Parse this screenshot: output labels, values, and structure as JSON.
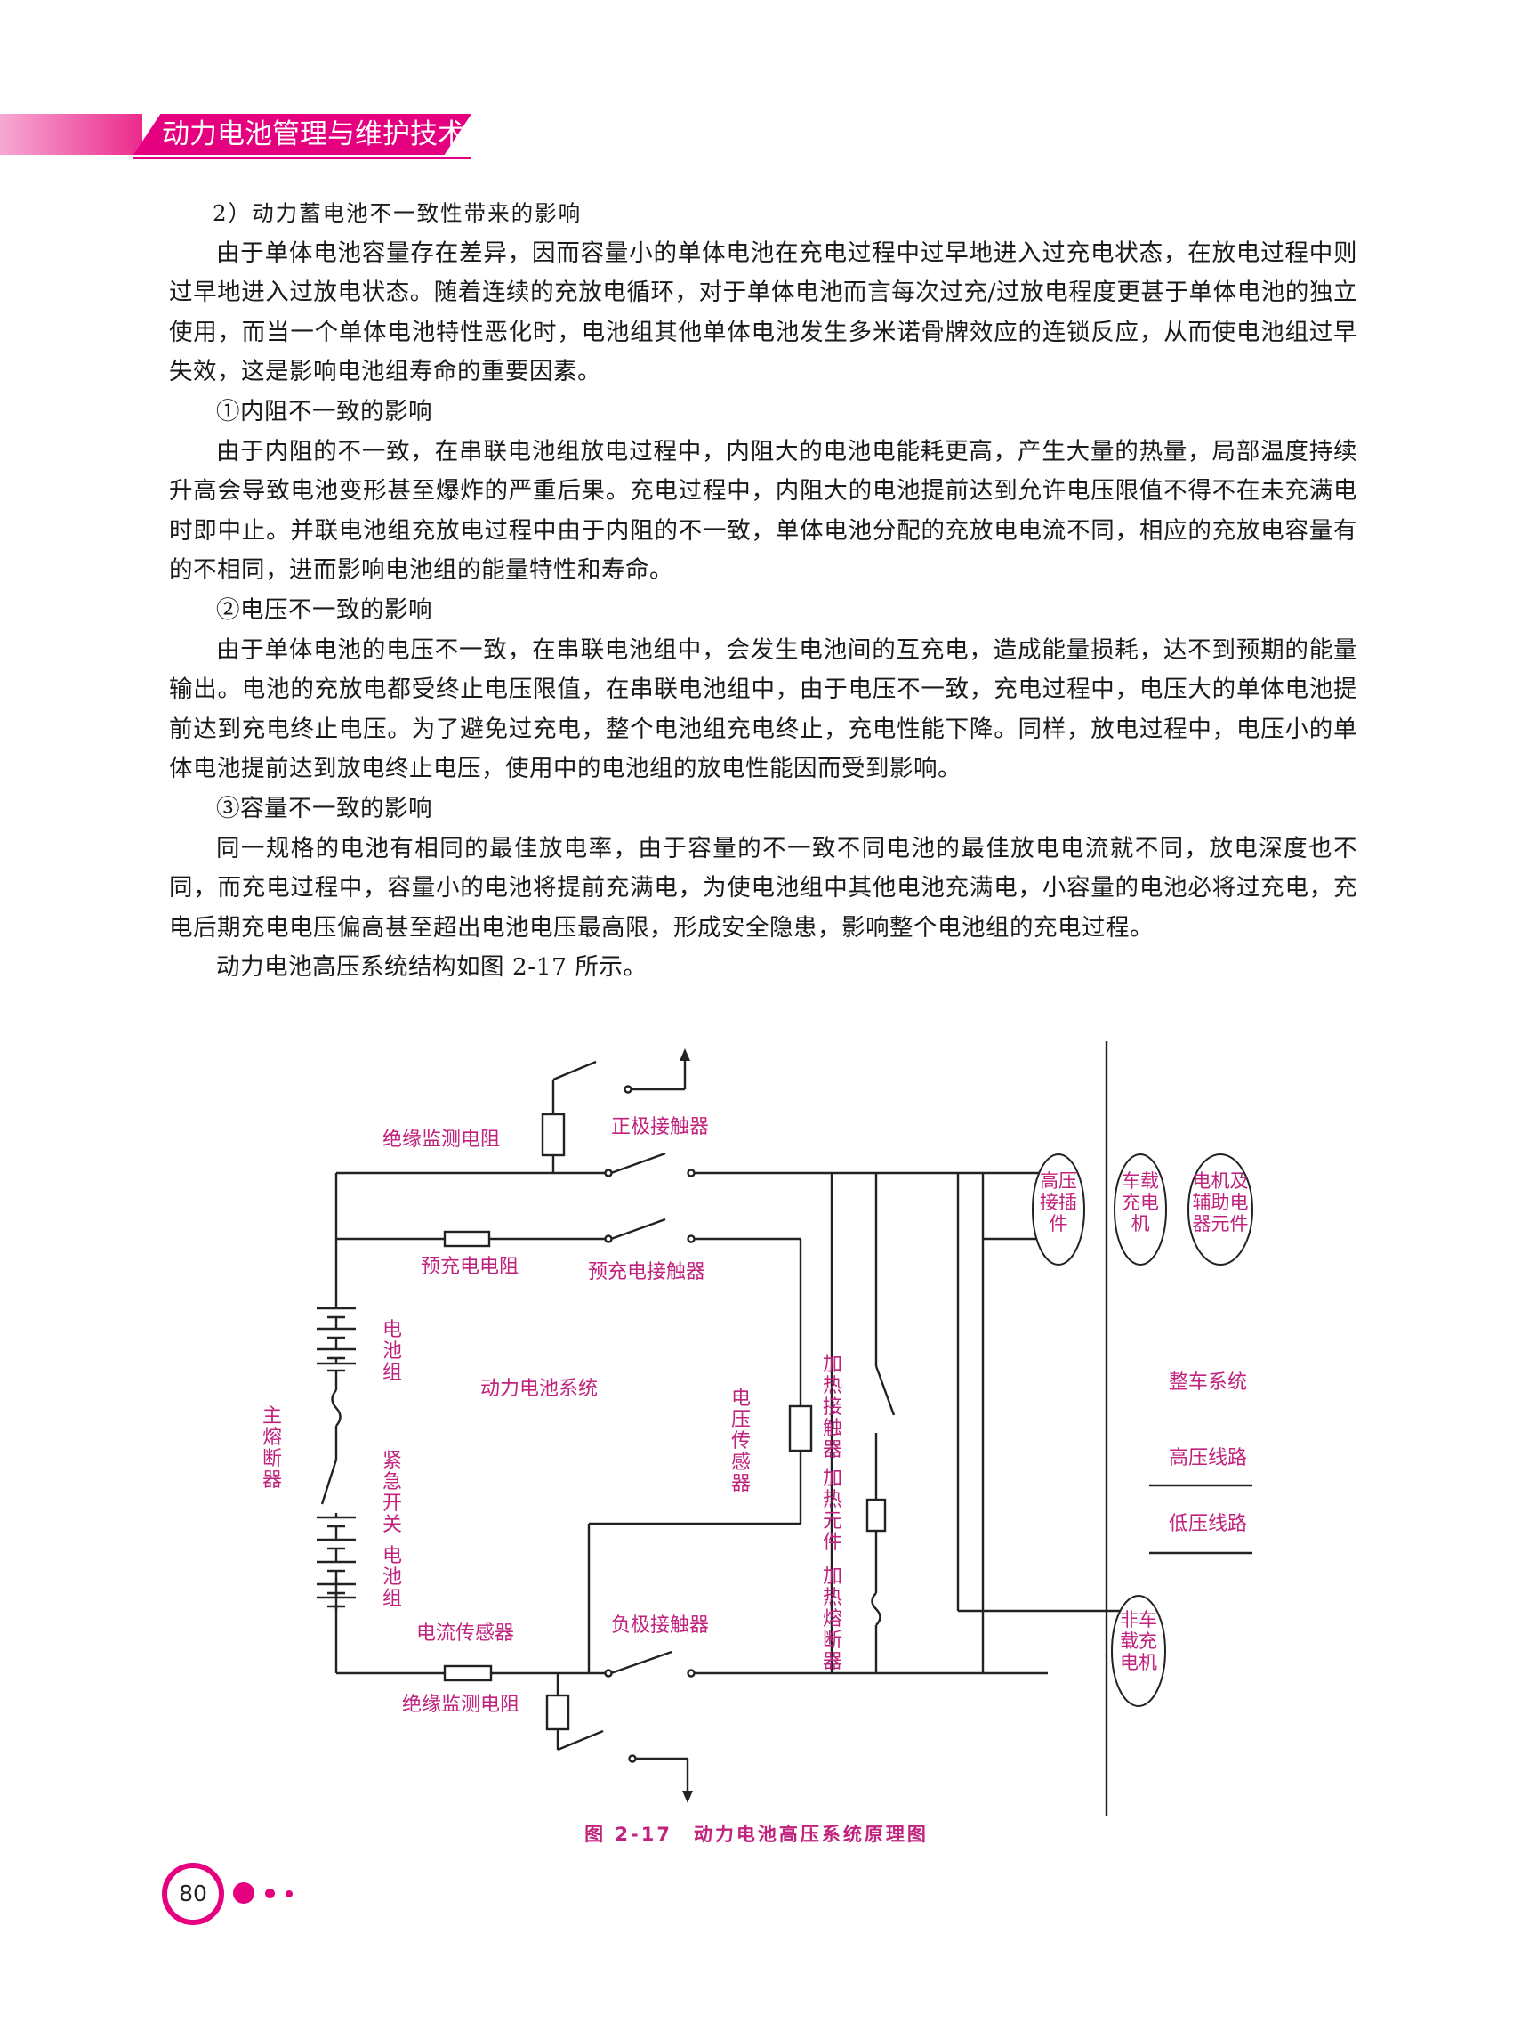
{
  "header": {
    "title": "动力电池管理与维护技术"
  },
  "section": {
    "heading": "2）动力蓄电池不一致性带来的影响",
    "intro": "由于单体电池容量存在差异，因而容量小的单体电池在充电过程中过早地进入过充电状态，在放电过程中则过早地进入过放电状态。随着连续的充放电循环，对于单体电池而言每次过充/过放电程度更甚于单体电池的独立使用，而当一个单体电池特性恶化时，电池组其他单体电池发生多米诺骨牌效应的连锁反应，从而使电池组过早失效，这是影响电池组寿命的重要因素。",
    "sub1_title": "①内阻不一致的影响",
    "sub1_body": "由于内阻的不一致，在串联电池组放电过程中，内阻大的电池电能耗更高，产生大量的热量，局部温度持续升高会导致电池变形甚至爆炸的严重后果。充电过程中，内阻大的电池提前达到允许电压限值不得不在未充满电时即中止。并联电池组充放电过程中由于内阻的不一致，单体电池分配的充放电电流不同，相应的充放电容量有的不相同，进而影响电池组的能量特性和寿命。",
    "sub2_title": "②电压不一致的影响",
    "sub2_body": "由于单体电池的电压不一致，在串联电池组中，会发生电池间的互充电，造成能量损耗，达不到预期的能量输出。电池的充放电都受终止电压限值，在串联电池组中，由于电压不一致，充电过程中，电压大的单体电池提前达到充电终止电压。为了避免过充电，整个电池组充电终止，充电性能下降。同样，放电过程中，电压小的单体电池提前达到放电终止电压，使用中的电池组的放电性能因而受到影响。",
    "sub3_title": "③容量不一致的影响",
    "sub3_body": "同一规格的电池有相同的最佳放电率，由于容量的不一致不同电池的最佳放电电流就不同，放电深度也不同，而充电过程中，容量小的电池将提前充满电，为使电池组中其他电池充满电，小容量的电池必将过充电，充电后期充电电压偏高甚至超出电池电压最高限，形成安全隐患，影响整个电池组的充电过程。",
    "figure_ref": "动力电池高压系统结构如图 2-17 所示。"
  },
  "diagram": {
    "insulation_top": "绝缘监测电阻",
    "pos_contactor": "正极接触器",
    "precharge_resistor": "预充电电阻",
    "precharge_contactor": "预充电接触器",
    "battery_pack": "电池组",
    "main_fuse": "主熔断器",
    "system_name": "动力电池系统",
    "emergency_switch": "紧急开关",
    "battery_pack_2": "电池组",
    "current_sensor": "电流传感器",
    "insulation_bottom": "绝缘监测电阻",
    "neg_contactor": "负极接触器",
    "voltage_sensor": "电压传感器",
    "heat_contactor": "加热接触器",
    "heat_element": "加热元件",
    "heat_fuse": "加热熔断器",
    "hv_connector": "高压接插件",
    "onboard_charger": "车载充电机",
    "motor_aux": "电机及辅助电器元件",
    "offboard_charger": "非车载充电机",
    "vehicle_system": "整车系统",
    "hv_line": "高压线路",
    "lv_line": "低压线路",
    "caption": "图 2-17　动力电池高压系统原理图"
  },
  "page_number": "80"
}
